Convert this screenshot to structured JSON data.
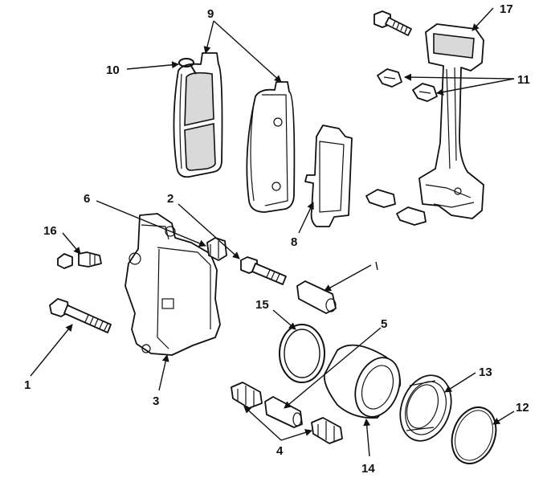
{
  "callouts": {
    "c1": "1",
    "c2": "2",
    "c3": "3",
    "c4": "4",
    "c5": "5",
    "c6": "6",
    "c8": "8",
    "c9": "9",
    "c10": "10",
    "c11": "11",
    "c12": "12",
    "c13": "13",
    "c14": "14",
    "c15": "15",
    "c16": "16",
    "c17": "17"
  }
}
